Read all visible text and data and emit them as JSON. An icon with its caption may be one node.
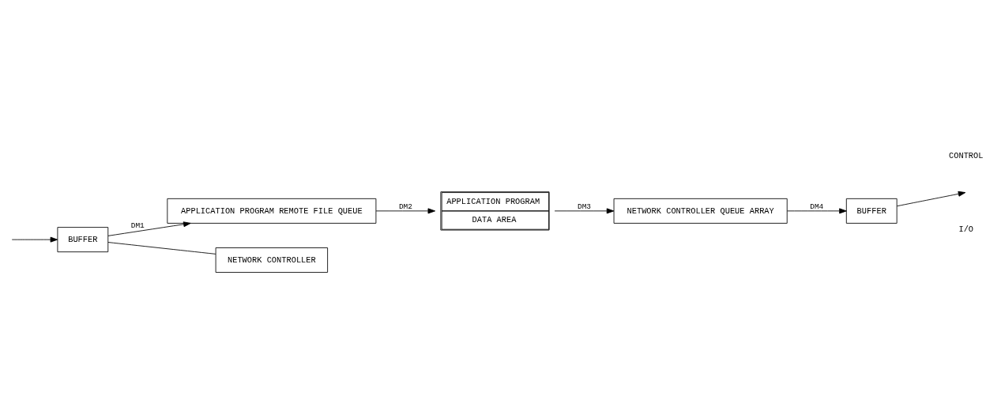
{
  "diagram": {
    "nodes": [
      {
        "text": [
          "APPLICATION PROGRAM",
          "DATA AREA"
        ]
      },
      {
        "text": [
          "APPLICATION PROGRAM REMOTE FILE QUEUE"
        ]
      },
      {
        "text": [
          "BUFFER"
        ]
      },
      {
        "text": [
          "NETWORK CONTROLLER"
        ]
      },
      {
        "text": [
          "NETWORK CONTROLLER QUEUE ARRAY"
        ]
      },
      {
        "text": [
          "BUFFER"
        ]
      }
    ],
    "edges": [
      {
        "from": 2,
        "to": 1,
        "arrow": "to",
        "label": "DM1"
      },
      {
        "from": 1,
        "to": 0,
        "arrow": "to",
        "label": "DM2"
      },
      {
        "from": 0,
        "to": 4,
        "arrow": "to",
        "label": "DM3"
      },
      {
        "from": 4,
        "to": 5,
        "arrow": "to",
        "label": "DM4"
      },
      {
        "from": 2,
        "to": 3,
        "arrow": "none"
      },
      {
        "from": null,
        "to": 2,
        "arrow": "to"
      },
      {
        "from": 5,
        "to": null,
        "arrow": "to"
      }
    ],
    "labels": [
      "I/O",
      "CONTROL"
    ]
  }
}
